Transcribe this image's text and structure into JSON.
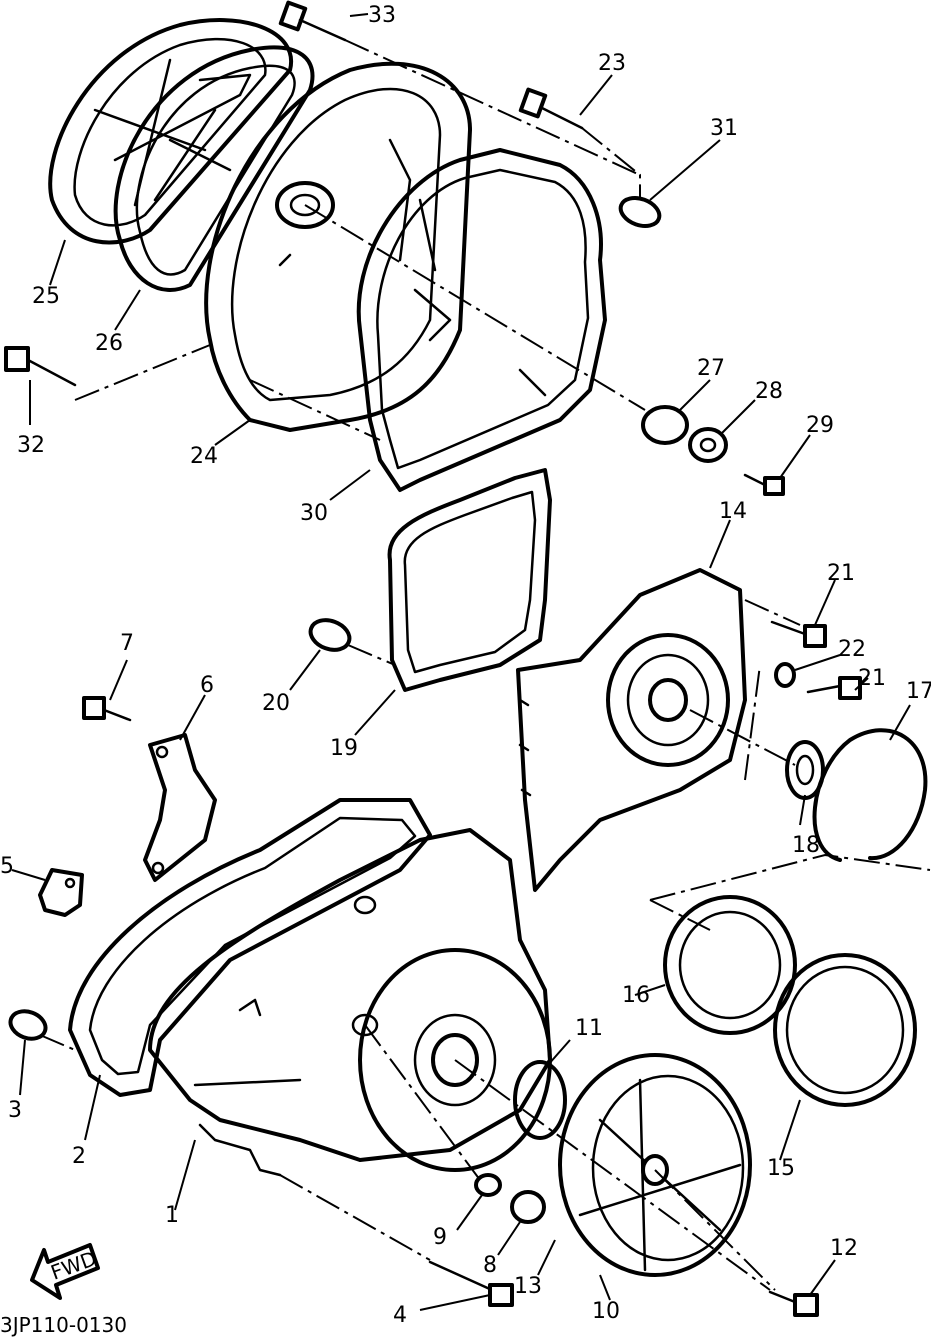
{
  "diagram_code": "3JP110-0130",
  "fwd_label": "FWD",
  "callouts": [
    "1",
    "2",
    "3",
    "4",
    "5",
    "6",
    "7",
    "8",
    "9",
    "10",
    "11",
    "12",
    "13",
    "14",
    "15",
    "16",
    "17",
    "18",
    "19",
    "20",
    "21",
    "21",
    "22",
    "23",
    "24",
    "25",
    "26",
    "27",
    "28",
    "29",
    "30",
    "31",
    "32",
    "33"
  ]
}
